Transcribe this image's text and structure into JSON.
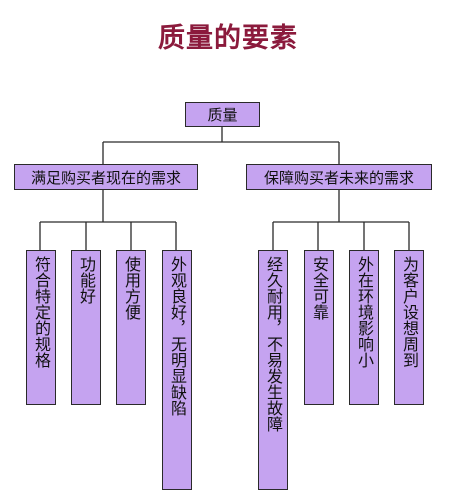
{
  "title": "质量的要素",
  "root": "质量",
  "branches": [
    {
      "label": "满足购买者现在的需求",
      "items": [
        "符合特定的规格",
        "功能好",
        "使用方便",
        "外观良好，无明显缺陷"
      ]
    },
    {
      "label": "保障购买者未来的需求",
      "items": [
        "经久耐用，不易发生故障",
        "安全可靠",
        "外在环境影响小",
        "为客户设想周到"
      ]
    }
  ],
  "colors": {
    "box_fill": "#c5a3f0",
    "title": "#8b1a3c",
    "line": "#2a2a2a"
  }
}
